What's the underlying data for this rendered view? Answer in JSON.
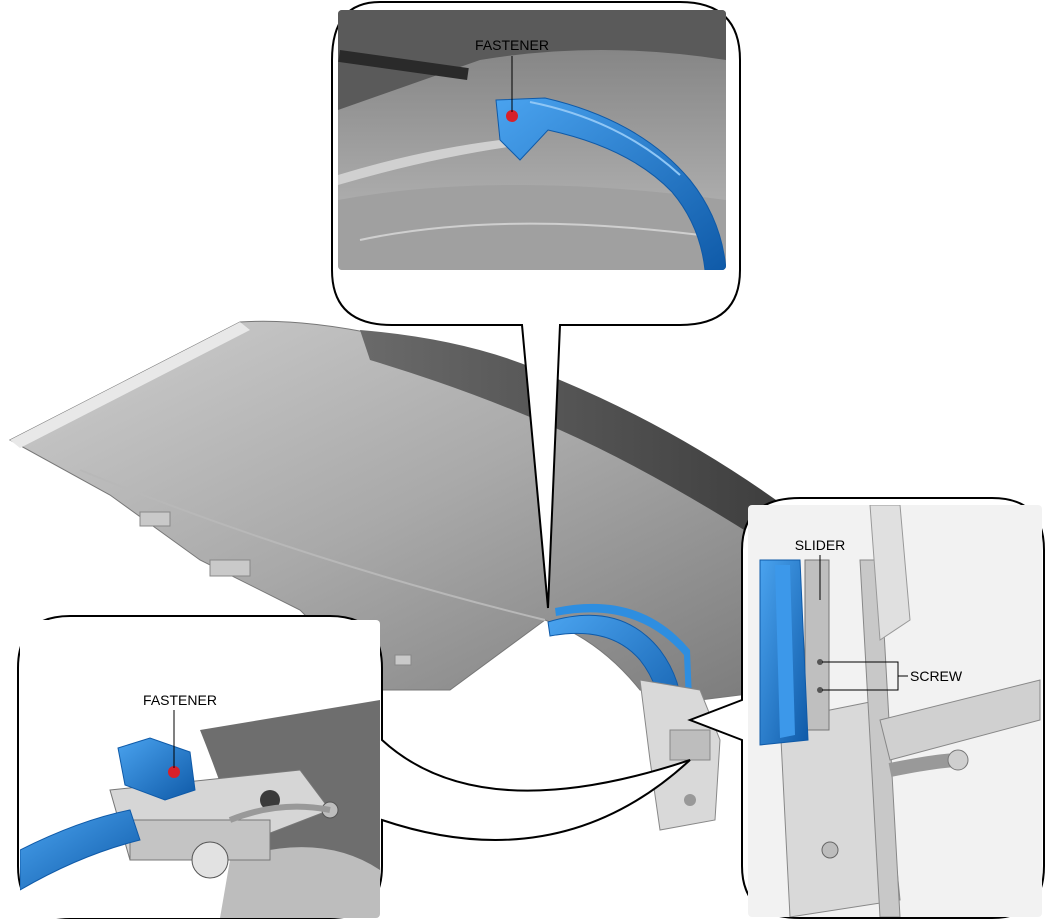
{
  "callouts": {
    "top": {
      "label": "FASTENER"
    },
    "bottom_left": {
      "label": "FASTENER"
    },
    "right": {
      "slider_label": "SLIDER",
      "screw_label": "SCREW"
    }
  },
  "colors": {
    "part_blue": "#1f7fd6",
    "part_blue_dark": "#0f5aa8",
    "fastener_red": "#d8202a",
    "body_gray": "#9a9a9a",
    "frame_gray": "#d6d6d6"
  }
}
